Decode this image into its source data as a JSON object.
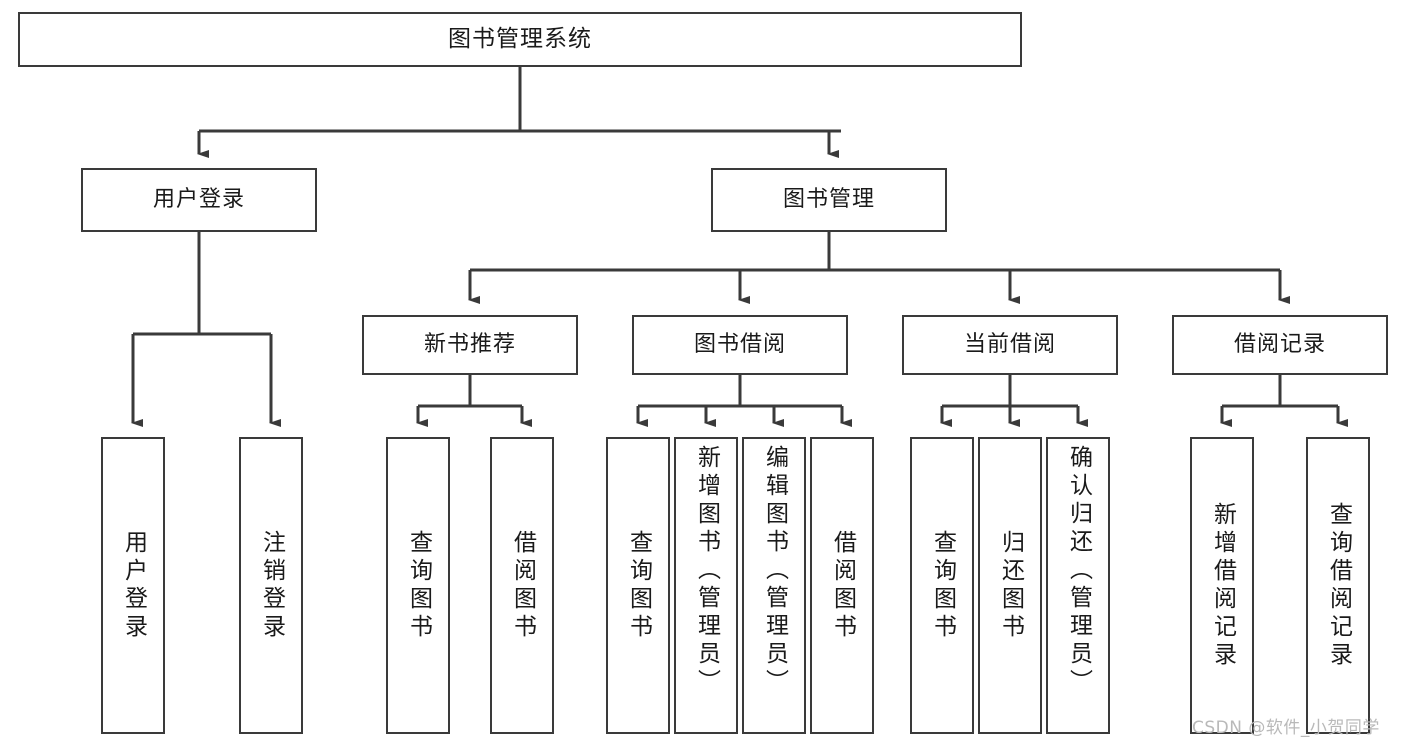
{
  "diagram": {
    "type": "tree-hierarchy",
    "title": "图书管理系统",
    "watermark": "CSDN @软件_小贺同学",
    "colors": {
      "stroke": "#3a3a3a",
      "fill": "#ffffff",
      "text": "#1a1a1a",
      "watermark": "#b9b9b9"
    },
    "levels": {
      "root": {
        "label": "图书管理系统"
      },
      "level2": [
        {
          "id": "user-login",
          "label": "用户登录"
        },
        {
          "id": "book-manage",
          "label": "图书管理"
        }
      ],
      "level3": [
        {
          "id": "new-book-rec",
          "label": "新书推荐"
        },
        {
          "id": "book-borrow",
          "label": "图书借阅"
        },
        {
          "id": "current-borrow",
          "label": "当前借阅"
        },
        {
          "id": "borrow-record",
          "label": "借阅记录"
        }
      ],
      "leaves": [
        {
          "id": "leaf-user-login",
          "label": "用户登录",
          "parent": "user-login"
        },
        {
          "id": "leaf-user-logout",
          "label": "注销登录",
          "parent": "user-login"
        },
        {
          "id": "leaf-query-book-1",
          "label": "查询图书",
          "parent": "new-book-rec"
        },
        {
          "id": "leaf-borrow-book-1",
          "label": "借阅图书",
          "parent": "new-book-rec"
        },
        {
          "id": "leaf-query-book-2",
          "label": "查询图书",
          "parent": "book-borrow"
        },
        {
          "id": "leaf-add-book",
          "label": "新增图书（管理员）",
          "parent": "book-borrow"
        },
        {
          "id": "leaf-edit-book",
          "label": "编辑图书（管理员）",
          "parent": "book-borrow"
        },
        {
          "id": "leaf-borrow-book-2",
          "label": "借阅图书",
          "parent": "book-borrow"
        },
        {
          "id": "leaf-query-book-3",
          "label": "查询图书",
          "parent": "current-borrow"
        },
        {
          "id": "leaf-return-book",
          "label": "归还图书",
          "parent": "current-borrow"
        },
        {
          "id": "leaf-confirm-return",
          "label": "确认归还（管理员）",
          "parent": "current-borrow"
        },
        {
          "id": "leaf-add-record",
          "label": "新增借阅记录",
          "parent": "borrow-record"
        },
        {
          "id": "leaf-query-record",
          "label": "查询借阅记录",
          "parent": "borrow-record"
        }
      ]
    }
  }
}
